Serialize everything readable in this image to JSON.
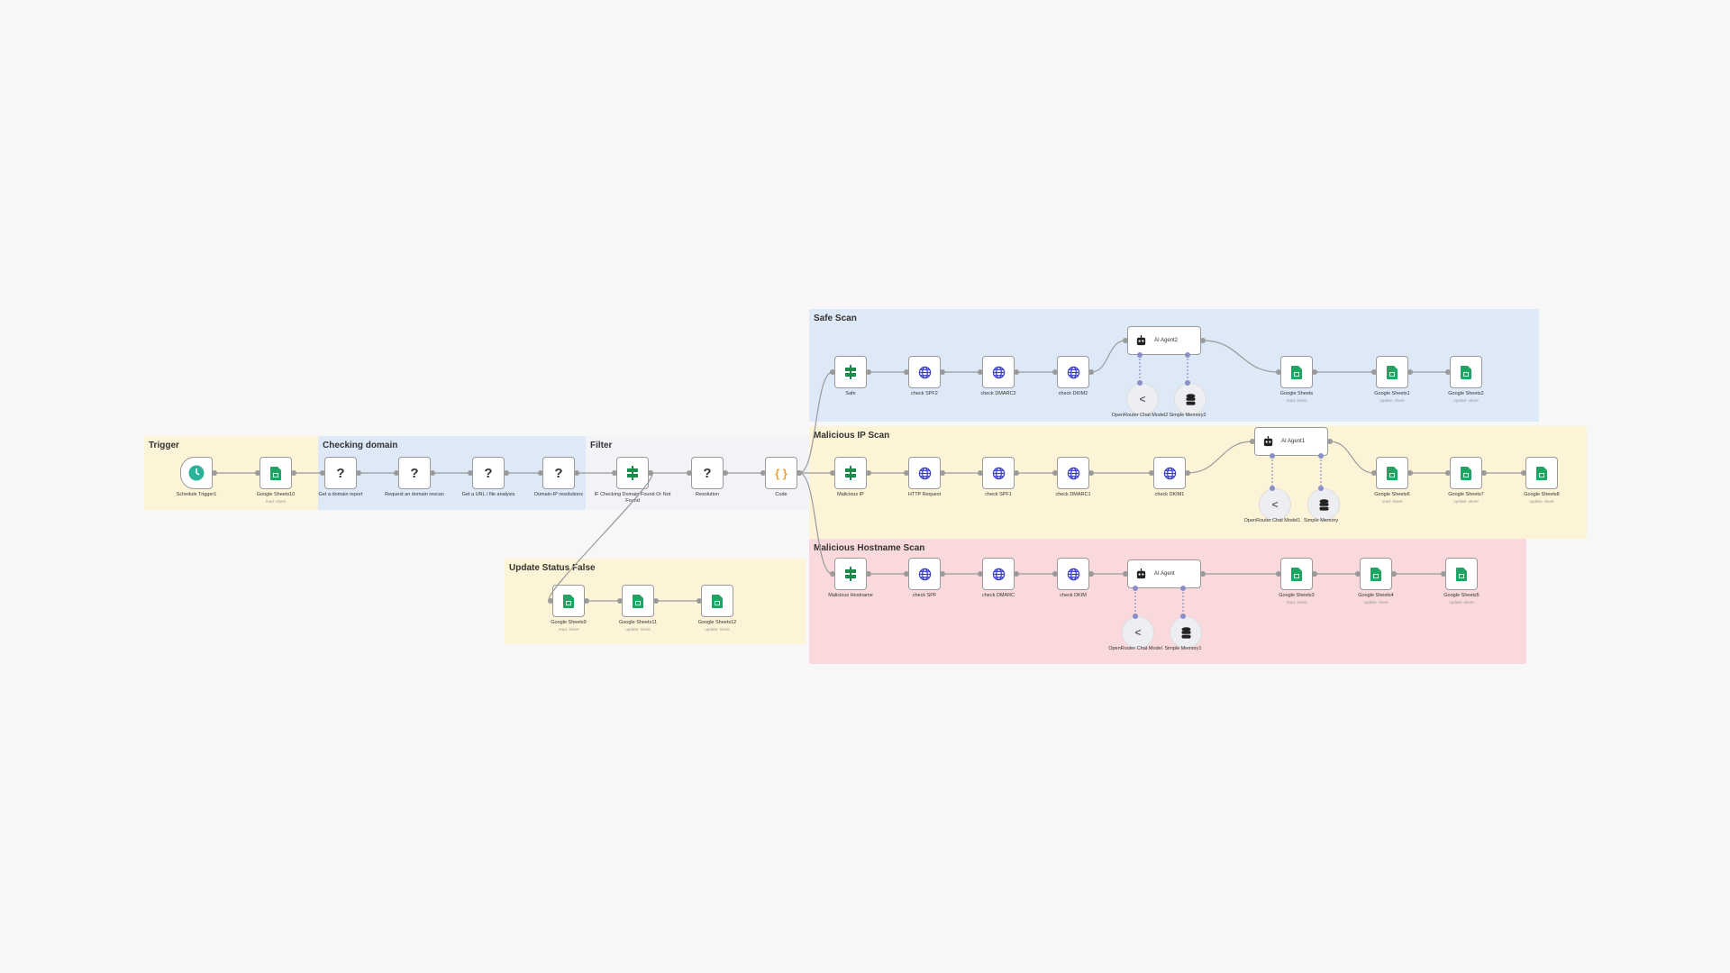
{
  "sections": [
    {
      "id": "trigger",
      "title": "Trigger",
      "color": "#fdf3d6"
    },
    {
      "id": "checking",
      "title": "Checking domain",
      "color": "#dde9f6"
    },
    {
      "id": "filter",
      "title": "Filter",
      "color": "#f1f3f6"
    },
    {
      "id": "update",
      "title": "Update Status False",
      "color": "#fdf3d6"
    },
    {
      "id": "safe",
      "title": "Safe Scan",
      "color": "#dde9f6"
    },
    {
      "id": "ip",
      "title": "Malicious IP Scan",
      "color": "#fdf3d6"
    },
    {
      "id": "host",
      "title": "Malicious Hostname Scan",
      "color": "#f9d9dc"
    }
  ],
  "nodes": [
    {
      "label": "Schedule Trigger1",
      "icon": "clock-icon",
      "type": "trigger"
    },
    {
      "label": "Google Sheets10",
      "sub": "read: sheet",
      "icon": "sheets-icon"
    },
    {
      "label": "Get a domain report",
      "icon": "question-icon"
    },
    {
      "label": "Request an domain rescan",
      "icon": "question-icon"
    },
    {
      "label": "Get a URL / file analysis",
      "icon": "question-icon"
    },
    {
      "label": "Domain-IP resolutions",
      "icon": "question-icon"
    },
    {
      "label": "IF Checking Domain Found Or Not Found",
      "icon": "if-icon"
    },
    {
      "label": "Resolution",
      "icon": "question-icon"
    },
    {
      "label": "Code",
      "icon": "code-icon"
    },
    {
      "label": "Safe",
      "icon": "if-icon"
    },
    {
      "label": "check SPF2",
      "icon": "globe-icon"
    },
    {
      "label": "check DMARC2",
      "icon": "globe-icon"
    },
    {
      "label": "check DKIM2",
      "icon": "globe-icon"
    },
    {
      "label": "AI Agent2",
      "icon": "robot-icon",
      "type": "agent"
    },
    {
      "label": "OpenRouter Chat Model2",
      "icon": "openrouter-icon",
      "type": "sub"
    },
    {
      "label": "Simple Memory2",
      "icon": "database-icon",
      "type": "sub"
    },
    {
      "label": "Google Sheets",
      "sub": "read: sheet",
      "icon": "sheets-icon"
    },
    {
      "label": "Google Sheets1",
      "sub": "update: sheet",
      "icon": "sheets-icon"
    },
    {
      "label": "Google Sheets2",
      "sub": "update: sheet",
      "icon": "sheets-icon"
    },
    {
      "label": "Malicious IP",
      "icon": "if-icon"
    },
    {
      "label": "HTTP Request",
      "icon": "globe-icon"
    },
    {
      "label": "check SPF1",
      "icon": "globe-icon"
    },
    {
      "label": "check DMARC1",
      "icon": "globe-icon"
    },
    {
      "label": "check DKIM1",
      "icon": "globe-icon"
    },
    {
      "label": "AI Agent1",
      "icon": "robot-icon",
      "type": "agent"
    },
    {
      "label": "OpenRouter Chat Model1",
      "icon": "openrouter-icon",
      "type": "sub"
    },
    {
      "label": "Simple Memory",
      "icon": "database-icon",
      "type": "sub"
    },
    {
      "label": "Google Sheets6",
      "sub": "read: sheet",
      "icon": "sheets-icon"
    },
    {
      "label": "Google Sheets7",
      "sub": "update: sheet",
      "icon": "sheets-icon"
    },
    {
      "label": "Google Sheets8",
      "sub": "update: sheet",
      "icon": "sheets-icon"
    },
    {
      "label": "Malicious Hostname",
      "icon": "if-icon"
    },
    {
      "label": "check SPF",
      "icon": "globe-icon"
    },
    {
      "label": "check DMARC",
      "icon": "globe-icon"
    },
    {
      "label": "check DKIM",
      "icon": "globe-icon"
    },
    {
      "label": "AI Agent",
      "icon": "robot-icon",
      "type": "agent"
    },
    {
      "label": "OpenRouter Chat Model",
      "icon": "openrouter-icon",
      "type": "sub"
    },
    {
      "label": "Simple Memory1",
      "icon": "database-icon",
      "type": "sub"
    },
    {
      "label": "Google Sheets3",
      "sub": "read: sheet",
      "icon": "sheets-icon"
    },
    {
      "label": "Google Sheets4",
      "sub": "update: sheet",
      "icon": "sheets-icon"
    },
    {
      "label": "Google Sheets5",
      "sub": "update: sheet",
      "icon": "sheets-icon"
    },
    {
      "label": "Google Sheets9",
      "sub": "read: sheet",
      "icon": "sheets-icon"
    },
    {
      "label": "Google Sheets11",
      "sub": "update: sheet",
      "icon": "sheets-icon"
    },
    {
      "label": "Google Sheets12",
      "sub": "update: sheet",
      "icon": "sheets-icon"
    }
  ],
  "colors": {
    "edge": "#9a9a9a",
    "sheets": "#1fa463",
    "globe": "#3b3fc4",
    "if": "#1b8a4a",
    "code": "#f0a030",
    "clock": "#2bb39a",
    "sub_port": "#8a8fc8"
  }
}
